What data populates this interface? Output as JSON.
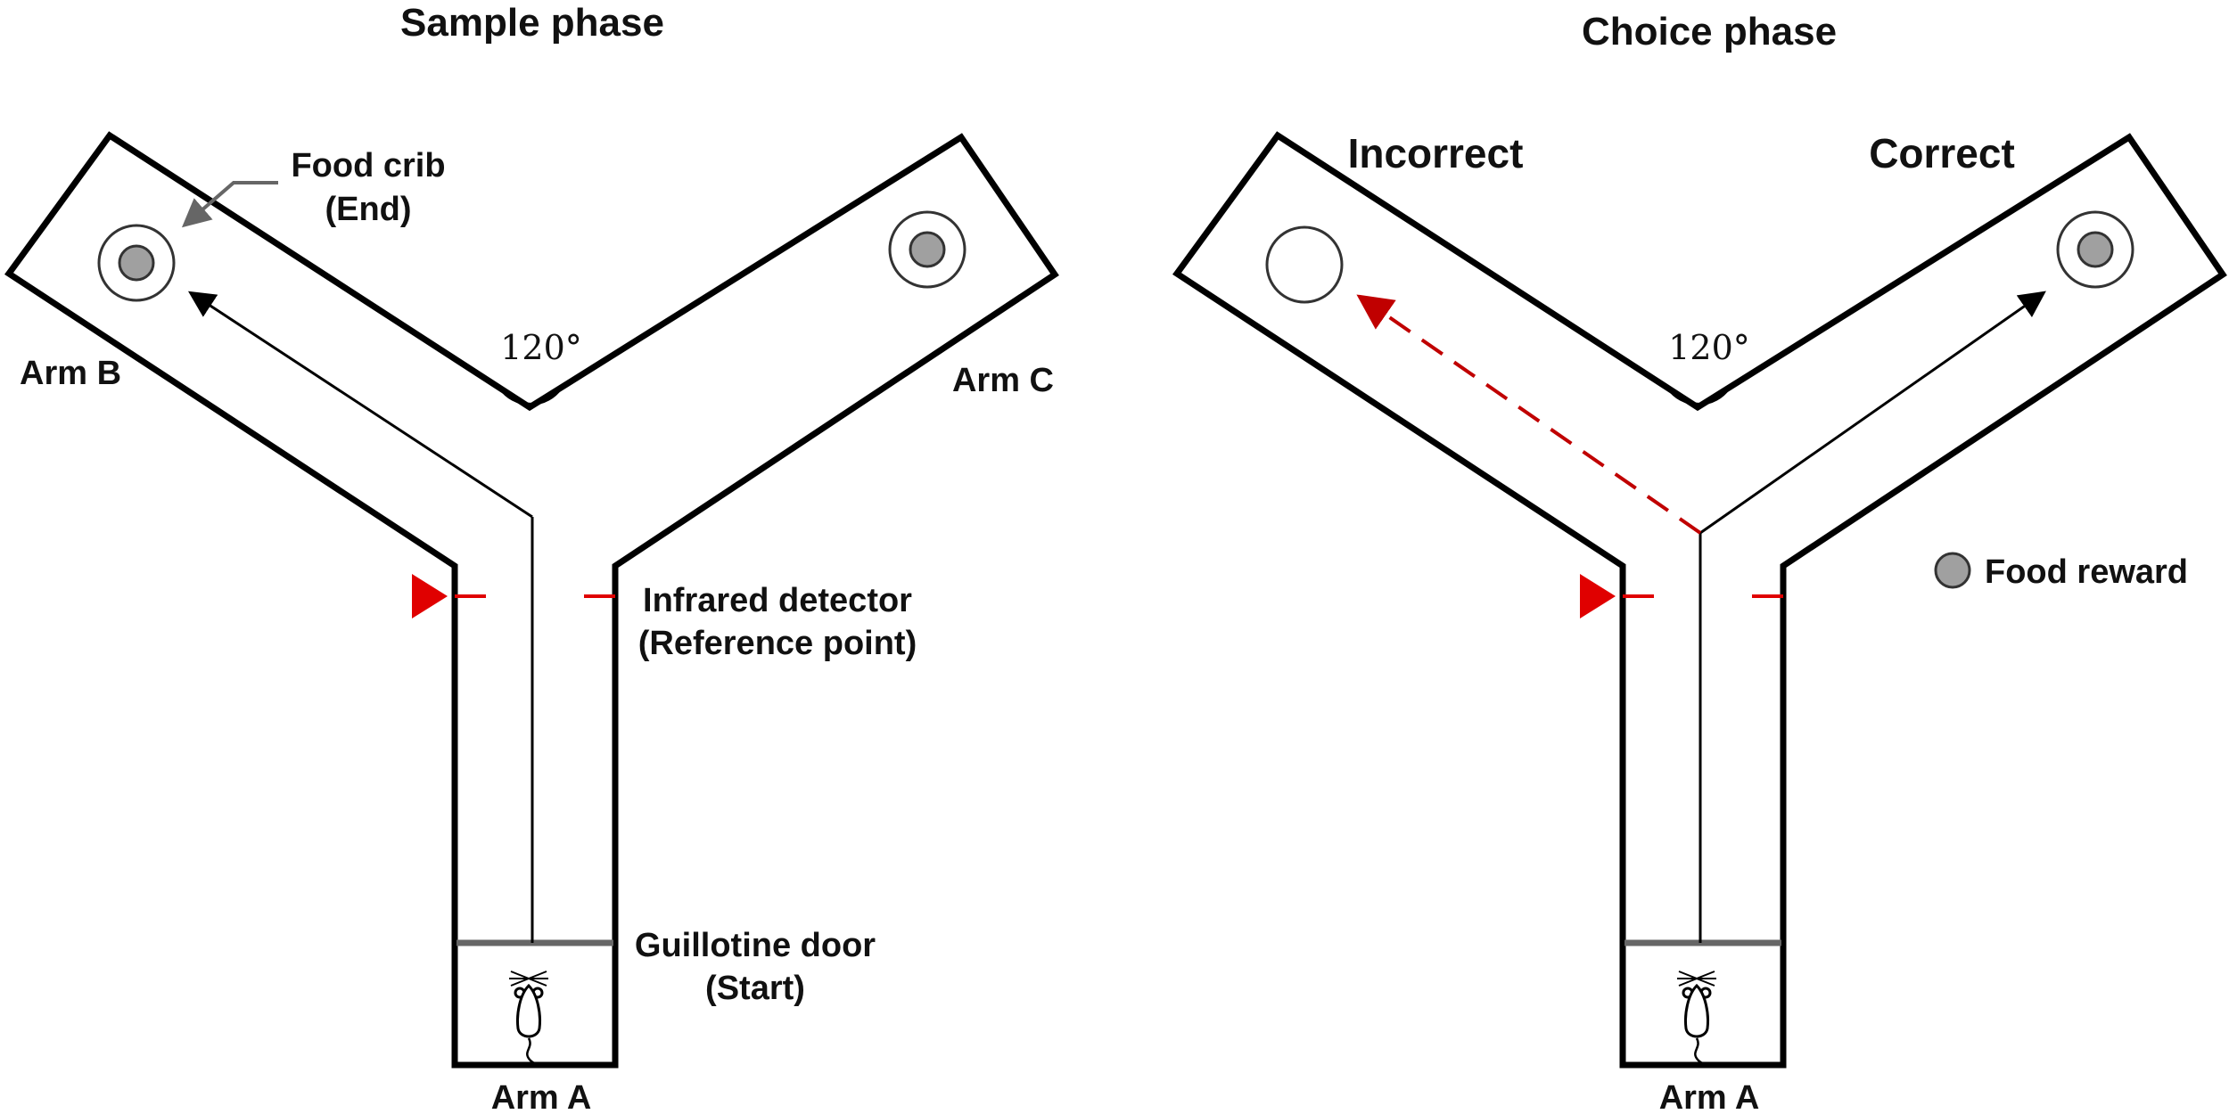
{
  "sample": {
    "title": "Sample phase",
    "arm_b": "Arm B",
    "arm_c": "Arm C",
    "arm_a": "Arm A",
    "angle": "120°",
    "food_crib_line1": "Food crib",
    "food_crib_line2": "(End)",
    "infrared_line1": "Infrared detector",
    "infrared_line2": "(Reference point)",
    "guillotine_line1": "Guillotine door",
    "guillotine_line2": "(Start)"
  },
  "choice": {
    "title": "Choice phase",
    "incorrect": "Incorrect",
    "correct": "Correct",
    "angle": "120°",
    "arm_a": "Arm A",
    "food_reward": "Food reward"
  },
  "colors": {
    "outline": "#000000",
    "food": "#a0a0a0",
    "detector": "#e00000",
    "incorrect_path": "#c00000",
    "door": "#666666"
  }
}
